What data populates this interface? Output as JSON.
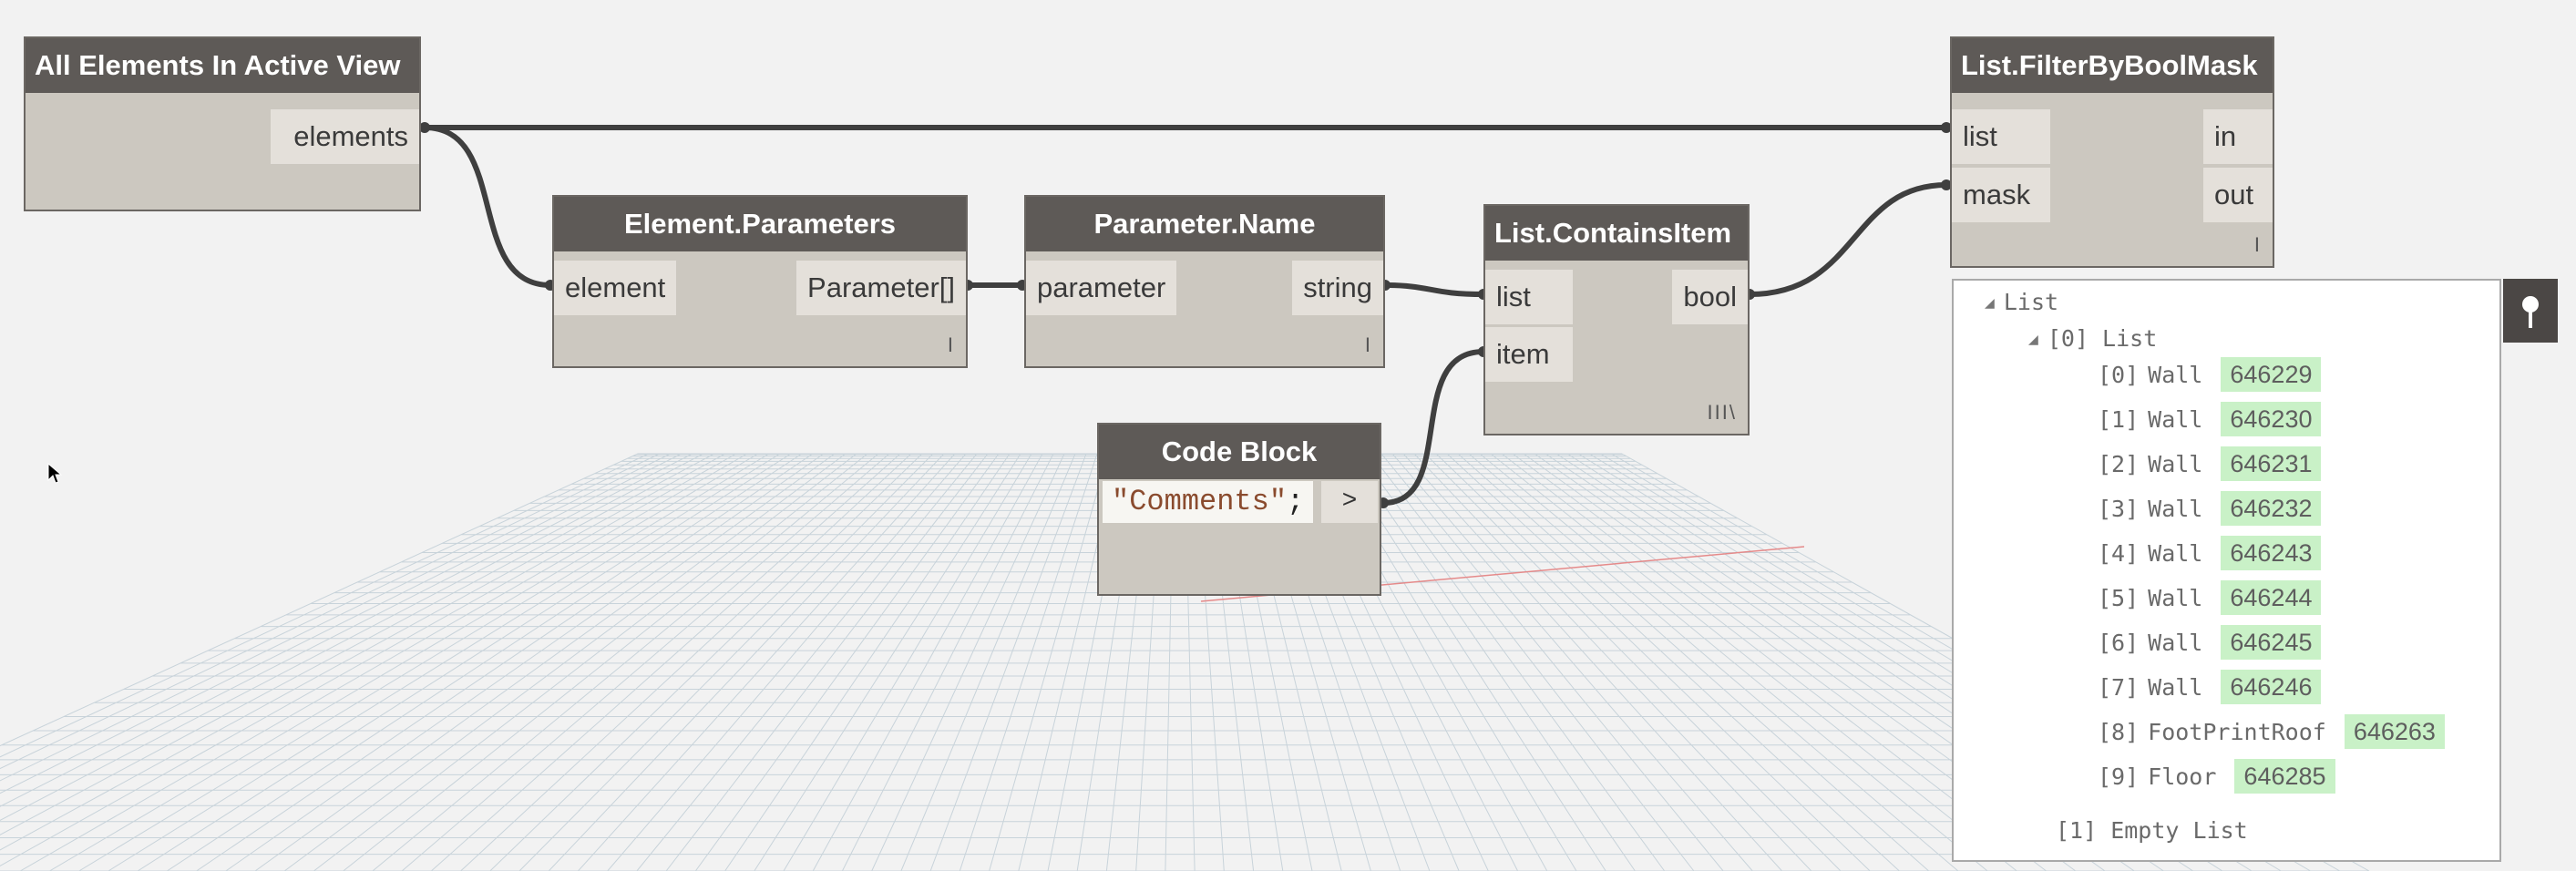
{
  "nodes": {
    "all_elements": {
      "title": "All Elements In Active View",
      "outputs": [
        "elements"
      ]
    },
    "element_parameters": {
      "title": "Element.Parameters",
      "inputs": [
        "element"
      ],
      "outputs": [
        "Parameter[]"
      ],
      "lacing": "I"
    },
    "parameter_name": {
      "title": "Parameter.Name",
      "inputs": [
        "parameter"
      ],
      "outputs": [
        "string"
      ],
      "lacing": "I"
    },
    "list_contains": {
      "title": "List.ContainsItem",
      "inputs": [
        "list",
        "item"
      ],
      "outputs": [
        "bool"
      ],
      "lacing": "III\\"
    },
    "code_block": {
      "title": "Code Block",
      "code_string": "\"Comments\"",
      "code_end": ";",
      "output": ">"
    },
    "filter_mask": {
      "title": "List.FilterByBoolMask",
      "inputs": [
        "list",
        "mask"
      ],
      "outputs": [
        "in",
        "out"
      ],
      "lacing": "I"
    }
  },
  "preview": {
    "root_label": "List",
    "sublist_0_label": "[0] List",
    "items": [
      {
        "index": "[0]",
        "type": "Wall",
        "id": "646229"
      },
      {
        "index": "[1]",
        "type": "Wall",
        "id": "646230"
      },
      {
        "index": "[2]",
        "type": "Wall",
        "id": "646231"
      },
      {
        "index": "[3]",
        "type": "Wall",
        "id": "646232"
      },
      {
        "index": "[4]",
        "type": "Wall",
        "id": "646243"
      },
      {
        "index": "[5]",
        "type": "Wall",
        "id": "646244"
      },
      {
        "index": "[6]",
        "type": "Wall",
        "id": "646245"
      },
      {
        "index": "[7]",
        "type": "Wall",
        "id": "646246"
      },
      {
        "index": "[8]",
        "type": "FootPrintRoof",
        "id": "646263"
      },
      {
        "index": "[9]",
        "type": "Floor",
        "id": "646285"
      }
    ],
    "sublist_1_label": "[1] Empty List"
  },
  "icons": {
    "pin": "pin-icon",
    "cursor": "mouse-cursor-icon",
    "expand": "triangle-expanded-icon"
  },
  "colors": {
    "node_header": "#5e5a57",
    "node_body": "#ccc8c0",
    "wire": "#3f3f3f",
    "value_highlight": "#c9f1c7"
  }
}
